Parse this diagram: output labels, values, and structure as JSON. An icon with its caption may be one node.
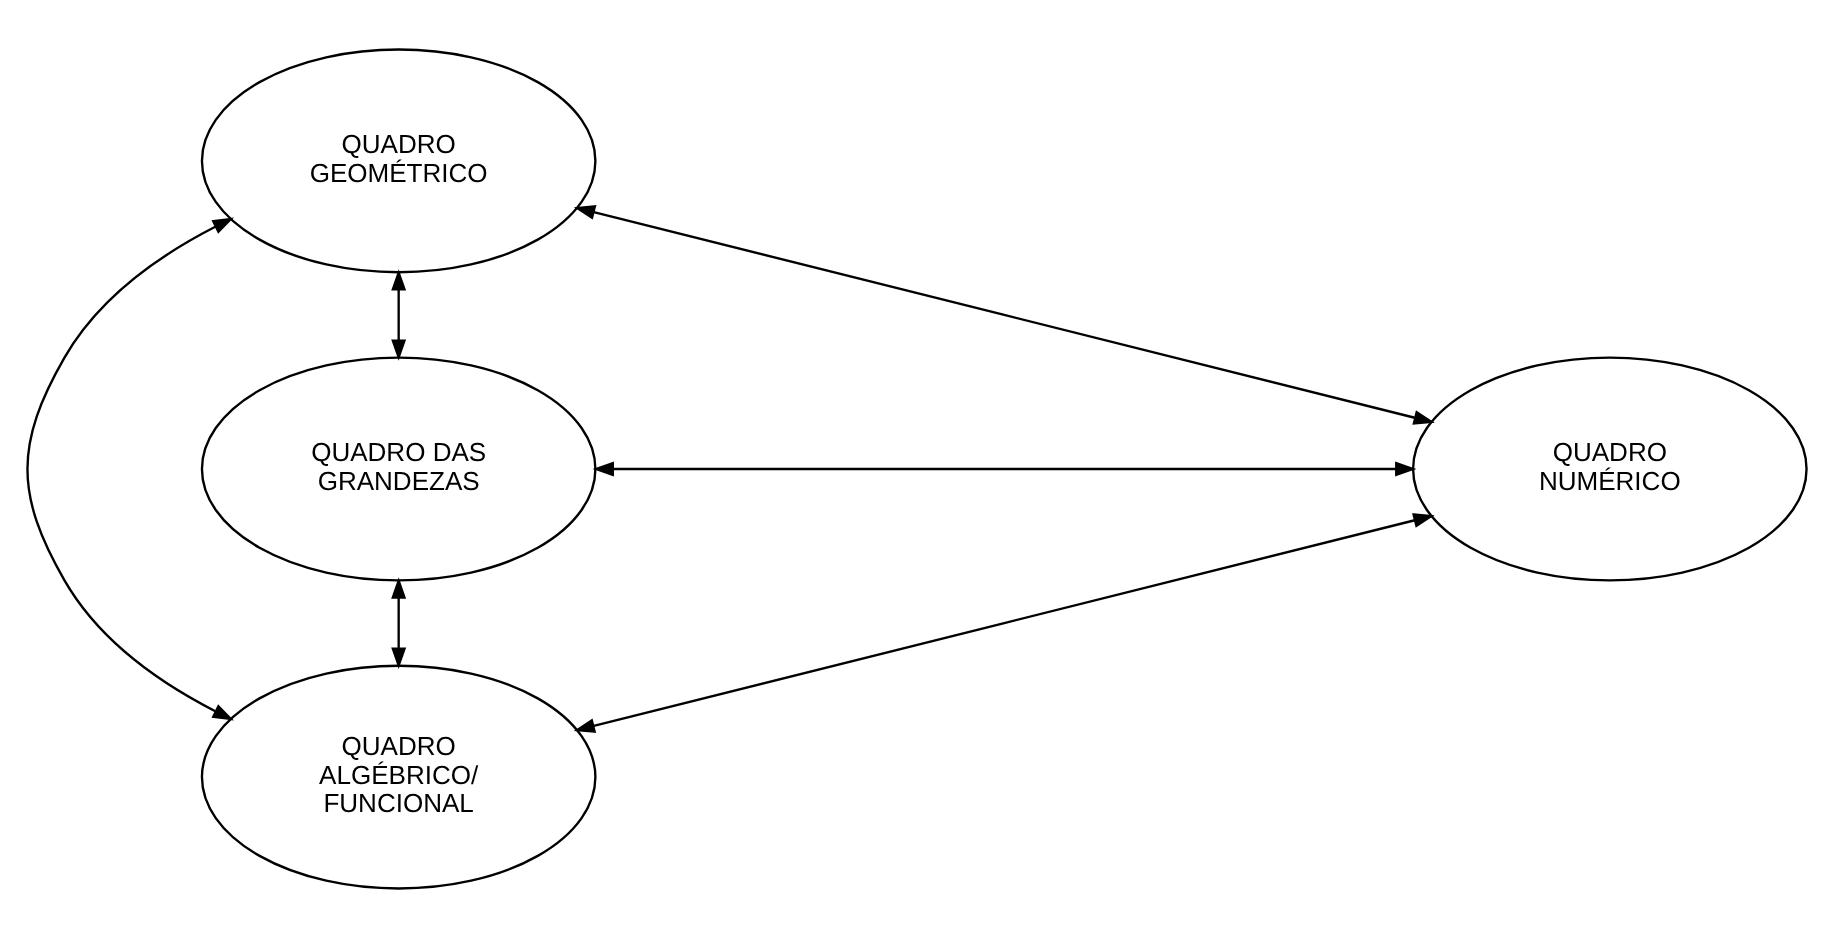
{
  "diagram": {
    "nodes": [
      {
        "text": [
          "QUADRO GEOMÉTRICO"
        ]
      },
      {
        "text": [
          "QUADRO DAS GRANDEZAS"
        ]
      },
      {
        "text": [
          "QUADRO NUMÉRICO"
        ]
      },
      {
        "text": [
          "QUADRO ALGÉBRICO/ FUNCIONAL"
        ]
      }
    ],
    "edges": [
      {
        "from": 1,
        "to": 0,
        "arrow": "both"
      },
      {
        "from": 0,
        "to": 2,
        "arrow": "both"
      },
      {
        "from": 0,
        "to": 3,
        "arrow": "both"
      },
      {
        "from": 1,
        "to": 2,
        "arrow": "both"
      },
      {
        "from": 1,
        "to": 3,
        "arrow": "both"
      },
      {
        "from": 3,
        "to": 2,
        "arrow": "both"
      }
    ]
  }
}
